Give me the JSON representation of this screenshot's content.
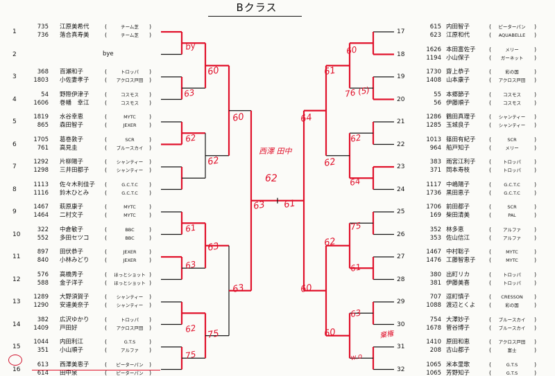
{
  "title": "Bクラス",
  "left": [
    {
      "slot": "1",
      "ids": [
        "735",
        "736"
      ],
      "names": [
        "江原美希代",
        "落合真寿美"
      ],
      "clubs": [
        "チーム芝",
        "チーム芝"
      ]
    },
    {
      "slot": "2",
      "bye": "bye"
    },
    {
      "slot": "3",
      "ids": [
        "368",
        "1803"
      ],
      "names": [
        "百瀬和子",
        "小佐妻孝子"
      ],
      "clubs": [
        "トロッパ",
        "アクロス戸田"
      ]
    },
    {
      "slot": "4",
      "ids": [
        "54",
        "1606"
      ],
      "names": [
        "野際伊津子",
        "巻幡　幸江"
      ],
      "clubs": [
        "コスモス",
        "コスモス"
      ]
    },
    {
      "slot": "5",
      "ids": [
        "1819",
        "865"
      ],
      "names": [
        "水谷幸恵",
        "森田智子"
      ],
      "clubs": [
        "MYTC",
        "JEXER"
      ]
    },
    {
      "slot": "6",
      "ids": [
        "1705",
        "761"
      ],
      "names": [
        "葛巻敦子",
        "高見圭"
      ],
      "clubs": [
        "SCR",
        "ブルースカイ"
      ]
    },
    {
      "slot": "7",
      "ids": [
        "1292",
        "1298"
      ],
      "names": [
        "片柳陽子",
        "三井田都子"
      ],
      "clubs": [
        "シャンティー",
        "シャンティー"
      ]
    },
    {
      "slot": "8",
      "ids": [
        "1113",
        "1116"
      ],
      "names": [
        "佐々木利佳子",
        "鈴木ひとみ"
      ],
      "clubs": [
        "G.C.T.C",
        "G.C.T.C"
      ]
    },
    {
      "slot": "9",
      "ids": [
        "1467",
        "1464"
      ],
      "names": [
        "萩原康子",
        "二村文子"
      ],
      "clubs": [
        "MYTC",
        "MYTC"
      ]
    },
    {
      "slot": "10",
      "ids": [
        "322",
        "552"
      ],
      "names": [
        "中倉敏子",
        "多田セツコ"
      ],
      "clubs": [
        "BBC",
        "BBC"
      ]
    },
    {
      "slot": "11",
      "ids": [
        "897",
        "840"
      ],
      "names": [
        "田伏恭子",
        "小林みどり"
      ],
      "clubs": [
        "JEXER",
        "JEXER"
      ]
    },
    {
      "slot": "12",
      "ids": [
        "576",
        "588"
      ],
      "names": [
        "高橋秀子",
        "金子洋子"
      ],
      "clubs": [
        "ほっとショット",
        "ほっとショット"
      ]
    },
    {
      "slot": "13",
      "ids": [
        "1289",
        "1290"
      ],
      "names": [
        "大野須賀子",
        "安達美奈子"
      ],
      "clubs": [
        "シャンティー",
        "シャンティー"
      ]
    },
    {
      "slot": "14",
      "ids": [
        "382",
        "1409"
      ],
      "names": [
        "広沢ゆかり",
        "戸田好"
      ],
      "clubs": [
        "トロッパ",
        "アクロス戸田"
      ]
    },
    {
      "slot": "15",
      "ids": [
        "1044",
        "351"
      ],
      "names": [
        "内田利江",
        "小山順子"
      ],
      "clubs": [
        "G.T.S",
        "アルファ"
      ]
    },
    {
      "slot": "16",
      "ids": [
        "613",
        "614"
      ],
      "names": [
        "西澤美恵子",
        "田中泉"
      ],
      "clubs": [
        "ピーターパン",
        "ピーターパン"
      ]
    }
  ],
  "right": [
    {
      "slot": "17",
      "ids": [
        "615",
        "623"
      ],
      "names": [
        "内田智子",
        "江原和代"
      ],
      "clubs": [
        "ピーターパン",
        "AQUABELLE"
      ]
    },
    {
      "slot": "18",
      "ids": [
        "1626",
        "1194"
      ],
      "names": [
        "本田富佐子",
        "小山保子"
      ],
      "clubs": [
        "メリー",
        "ガーネット"
      ]
    },
    {
      "slot": "19",
      "ids": [
        "1730",
        "1408"
      ],
      "names": [
        "齋上恭子",
        "山本康子"
      ],
      "clubs": [
        "彩の国",
        "アクロス戸田"
      ]
    },
    {
      "slot": "20",
      "ids": [
        "55",
        "56"
      ],
      "names": [
        "本郷節子",
        "伊藤順子"
      ],
      "clubs": [
        "コスモス",
        "コスモス"
      ]
    },
    {
      "slot": "21",
      "ids": [
        "1286",
        "1285"
      ],
      "names": [
        "鶴田真理子",
        "玉城良子"
      ],
      "clubs": [
        "シャンティー",
        "シャンティー"
      ]
    },
    {
      "slot": "22",
      "ids": [
        "1013",
        "964"
      ],
      "names": [
        "篠田有紀子",
        "船戸知子"
      ],
      "clubs": [
        "SCR",
        "メリー"
      ]
    },
    {
      "slot": "23",
      "ids": [
        "383",
        "371"
      ],
      "names": [
        "雨宮江利子",
        "岡本寿枝"
      ],
      "clubs": [
        "トロッパ",
        "トロッパ"
      ]
    },
    {
      "slot": "24",
      "ids": [
        "1117",
        "1736"
      ],
      "names": [
        "中嶋陽子",
        "黒田恵子"
      ],
      "clubs": [
        "G.C.T.C",
        "G.C.T.C"
      ]
    },
    {
      "slot": "25",
      "ids": [
        "1706",
        "169"
      ],
      "names": [
        "前田都子",
        "柴田清美"
      ],
      "clubs": [
        "SCR",
        "PAL"
      ]
    },
    {
      "slot": "26",
      "ids": [
        "352",
        "353"
      ],
      "names": [
        "林多恵",
        "佐山信江"
      ],
      "clubs": [
        "アルファ",
        "アルファ"
      ]
    },
    {
      "slot": "27",
      "ids": [
        "1467",
        "1476"
      ],
      "names": [
        "中村聡子",
        "工藤智恵子"
      ],
      "clubs": [
        "MYTC",
        "MYTC"
      ]
    },
    {
      "slot": "28",
      "ids": [
        "380",
        "381"
      ],
      "names": [
        "出町リカ",
        "伊藤美喜"
      ],
      "clubs": [
        "トロッパ",
        "トロッパ"
      ]
    },
    {
      "slot": "29",
      "ids": [
        "707",
        "1088"
      ],
      "names": [
        "逗町慎子",
        "渡辺とくよ"
      ],
      "clubs": [
        "CRESSON",
        "彩の国"
      ]
    },
    {
      "slot": "30",
      "ids": [
        "754",
        "1678"
      ],
      "names": [
        "大澤妙子",
        "菅谷博子"
      ],
      "clubs": [
        "ブルースカイ",
        "ブルースカイ"
      ]
    },
    {
      "slot": "31",
      "ids": [
        "1410",
        "208"
      ],
      "names": [
        "原田和恵",
        "古山都子"
      ],
      "clubs": [
        "アクロス戸田",
        "富士"
      ]
    },
    {
      "slot": "32",
      "ids": [
        "1065",
        "1065"
      ],
      "names": [
        "米本里歌",
        "芳野知子"
      ],
      "clubs": [
        "G.T.S",
        "G.T.S"
      ]
    }
  ],
  "paren_open": "(",
  "paren_close": ")",
  "handwritten": {
    "left_r1": [
      "by",
      "63",
      "62",
      "61",
      "63",
      "62",
      "75"
    ],
    "left_r2": [
      "60",
      "62",
      "63",
      "75"
    ],
    "left_r3": [
      "60",
      "63"
    ],
    "left_r4": "63",
    "right_r1": [
      "60",
      "76 (5)",
      "62",
      "64",
      "75",
      "61",
      "63",
      "w.o"
    ],
    "right_r2": [
      "61",
      "62",
      "62",
      "60"
    ],
    "right_r3": [
      "64",
      "60"
    ],
    "right_r4": "61",
    "final_names": "西澤 田中",
    "final_score": "62",
    "note": "棄権"
  }
}
